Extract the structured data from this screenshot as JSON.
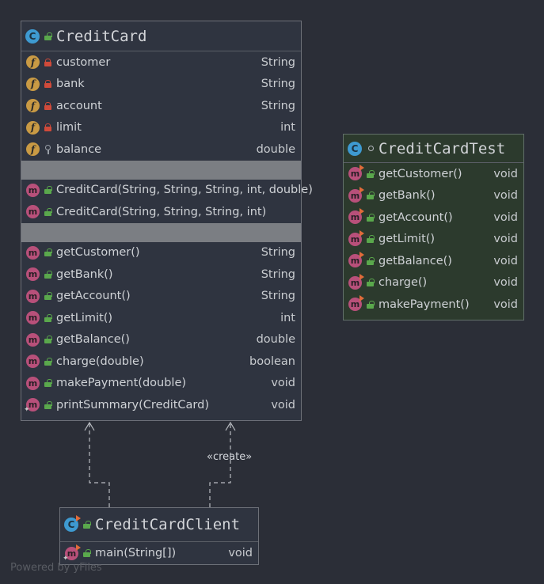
{
  "classes": {
    "credit_card": {
      "name": "CreditCard",
      "fields": [
        {
          "name": "customer",
          "type": "String",
          "vis": "private"
        },
        {
          "name": "bank",
          "type": "String",
          "vis": "private"
        },
        {
          "name": "account",
          "type": "String",
          "vis": "private"
        },
        {
          "name": "limit",
          "type": "int",
          "vis": "private"
        },
        {
          "name": "balance",
          "type": "double",
          "vis": "protected"
        }
      ],
      "constructors": [
        {
          "name": "CreditCard(String, String, String, int, double)"
        },
        {
          "name": "CreditCard(String, String, String, int)"
        }
      ],
      "methods": [
        {
          "name": "getCustomer()",
          "type": "String"
        },
        {
          "name": "getBank()",
          "type": "String"
        },
        {
          "name": "getAccount()",
          "type": "String"
        },
        {
          "name": "getLimit()",
          "type": "int"
        },
        {
          "name": "getBalance()",
          "type": "double"
        },
        {
          "name": "charge(double)",
          "type": "boolean"
        },
        {
          "name": "makePayment(double)",
          "type": "void"
        },
        {
          "name": "printSummary(CreditCard)",
          "type": "void"
        }
      ]
    },
    "credit_card_test": {
      "name": "CreditCardTest",
      "methods": [
        {
          "name": "getCustomer()",
          "type": "void"
        },
        {
          "name": "getBank()",
          "type": "void"
        },
        {
          "name": "getAccount()",
          "type": "void"
        },
        {
          "name": "getLimit()",
          "type": "void"
        },
        {
          "name": "getBalance()",
          "type": "void"
        },
        {
          "name": "charge()",
          "type": "void"
        },
        {
          "name": "makePayment()",
          "type": "void"
        }
      ]
    },
    "credit_card_client": {
      "name": "CreditCardClient",
      "methods": [
        {
          "name": "main(String[])",
          "type": "void"
        }
      ]
    }
  },
  "edges": {
    "create_label": "«create»"
  },
  "icons": {
    "class": "C",
    "field": "f",
    "method": "m"
  },
  "footer": "Powered by yFiles",
  "colors": {
    "background": "#2b2e37",
    "test_background": "#2c3a2d",
    "field_badge": "#c99a44",
    "method_badge": "#b8507a",
    "class_badge": "#3e9ad1"
  }
}
